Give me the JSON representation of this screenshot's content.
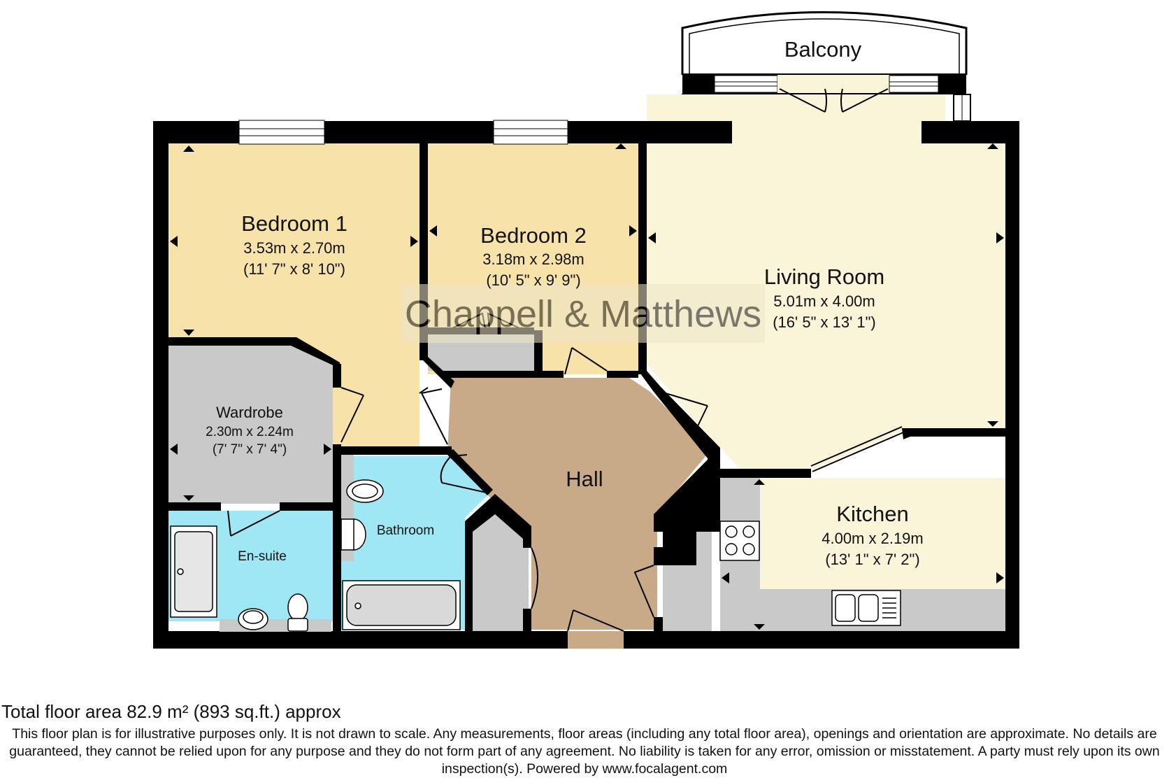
{
  "watermark": "Chappell & Matthews",
  "rooms": {
    "balcony": {
      "name": "Balcony"
    },
    "bedroom1": {
      "name": "Bedroom 1",
      "metric": "3.53m x 2.70m",
      "imperial": "(11' 7\" x 8' 10\")"
    },
    "bedroom2": {
      "name": "Bedroom 2",
      "metric": "3.18m x 2.98m",
      "imperial": "(10' 5\" x 9' 9\")"
    },
    "living": {
      "name": "Living Room",
      "metric": "5.01m x 4.00m",
      "imperial": "(16' 5\" x 13' 1\")"
    },
    "wardrobe": {
      "name": "Wardrobe",
      "metric": "2.30m x 2.24m",
      "imperial": "(7' 7\" x 7' 4\")"
    },
    "hall": {
      "name": "Hall"
    },
    "kitchen": {
      "name": "Kitchen",
      "metric": "4.00m x 2.19m",
      "imperial": "(13' 1\" x 7' 2\")"
    },
    "ensuite": {
      "name": "En-suite"
    },
    "bathroom": {
      "name": "Bathroom"
    }
  },
  "colors": {
    "bedroom": "#f7e3a9",
    "living": "#faf4d9",
    "wardrobe": "#c9c9c9",
    "hall": "#c8aa88",
    "wet_room": "#a0e7f5",
    "wall": "#000000"
  },
  "footer": {
    "total_area": "Total floor area 82.9 m² (893 sq.ft.) approx",
    "disclaimer": "This floor plan is for illustrative purposes only. It is not drawn to scale. Any measurements, floor areas (including any total floor area), openings and orientation are approximate. No details are guaranteed, they cannot be relied upon for any purpose and they do not form part of any agreement. No liability is taken for any error, omission or misstatement. A party must rely upon its own inspection(s). Powered by www.focalagent.com"
  }
}
